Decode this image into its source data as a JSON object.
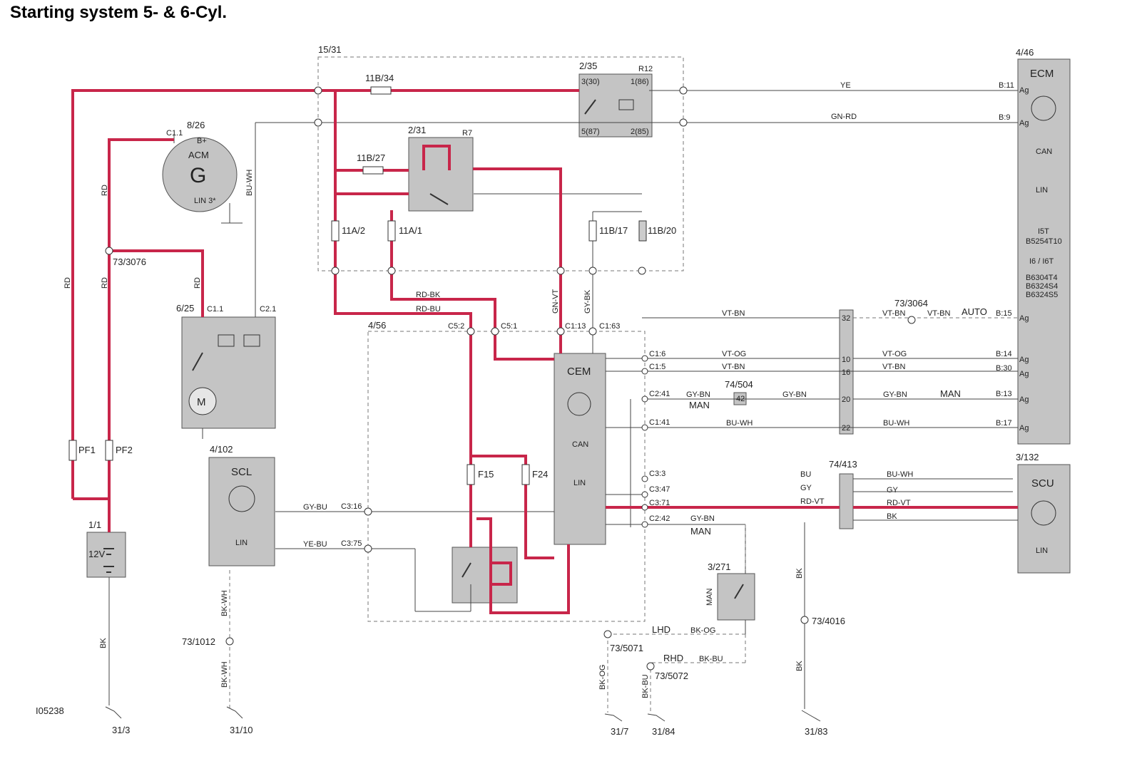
{
  "title": "Starting system 5- & 6-Cyl.",
  "diagram_id": "I05238",
  "colors": {
    "power_wire": "#c8264a",
    "component_fill": "#c4c4c4",
    "wire": "#444444"
  },
  "components": {
    "fusebox": "15/31",
    "relay_main": "2/35",
    "relay_main_name": "R12",
    "relay_main_pins": [
      "3(30)",
      "1(86)",
      "5(87)",
      "2(85)"
    ],
    "relay_start": "2/31",
    "relay_start_name": "R7",
    "acm_ref": "8/26",
    "acm_name": "ACM",
    "acm_symbol": "G",
    "acm_pin_c11": "C1.1",
    "acm_pin_b": "B+",
    "acm_lin": "LIN 3*",
    "starter": "6/25",
    "starter_pin_c11": "C1.1",
    "starter_pin_c21": "C2.1",
    "starter_motor": "M",
    "scl_ref": "4/102",
    "scl_name": "SCL",
    "scl_lin": "LIN",
    "battery_ref": "1/1",
    "battery_label": "12V",
    "cem_box": "4/56",
    "cem_name": "CEM",
    "cem_can": "CAN",
    "cem_lin": "LIN",
    "ecm_ref": "4/46",
    "ecm_name": "ECM",
    "ecm_can": "CAN",
    "ecm_lin": "LIN",
    "ecm_variants": [
      "I5T",
      "B5254T10",
      "I6 / I6T",
      "B6304T4",
      "B6324S4",
      "B6324S5"
    ],
    "scu_ref": "3/132",
    "scu_name": "SCU",
    "scu_lin": "LIN",
    "gear_sw_ref": "3/271",
    "gear_sw_label": "MAN",
    "conn_74_504": "74/504",
    "conn_74_504_pin": "42",
    "conn_74_413": "74/413",
    "splice_3076": "73/3076",
    "splice_3064": "73/3064",
    "splice_4016": "73/4016",
    "splice_1012": "73/1012",
    "splice_5071": "73/5071",
    "splice_5072": "73/5072"
  },
  "fuses": {
    "f11b34": "11B/34",
    "f11b27": "11B/27",
    "f11a2": "11A/2",
    "f11a1": "11A/1",
    "f11b17": "11B/17",
    "f11b20": "11B/20",
    "pf1": "PF1",
    "pf2": "PF2",
    "f15": "F15",
    "f24": "F24"
  },
  "wire_colors": {
    "ye": "YE",
    "gnrd": "GN-RD",
    "buwh": "BU-WH",
    "rd": "RD",
    "rdbk": "RD-BK",
    "rdbu": "RD-BU",
    "gnvt": "GN-VT",
    "gybk": "GY-BK",
    "vtbn": "VT-BN",
    "vtog": "VT-OG",
    "gybn": "GY-BN",
    "gybu": "GY-BU",
    "yebu": "YE-BU",
    "bkwh": "BK-WH",
    "bk": "BK",
    "bu": "BU",
    "gy": "GY",
    "rdvt": "RD-VT",
    "bkog": "BK-OG",
    "bkbu": "BK-BU"
  },
  "pins": {
    "ecm_b11": "B:11",
    "ecm_b9": "B:9",
    "ecm_b15": "B:15",
    "ecm_b14": "B:14",
    "ecm_b30": "B:30",
    "ecm_b13": "B:13",
    "ecm_b17": "B:17",
    "ag": "Ag",
    "cem_c52": "C5:2",
    "cem_c51": "C5:1",
    "cem_c113": "C1:13",
    "cem_c163": "C1:63",
    "cem_c16": "C1:6",
    "cem_c15": "C1:5",
    "cem_c241": "C2:41",
    "cem_c141": "C1:41",
    "cem_c33": "C3:3",
    "cem_c347": "C3:47",
    "cem_c371": "C3:71",
    "cem_c242": "C2:42",
    "cem_c316": "C3:16",
    "cem_c375": "C3:75",
    "junc_32": "32",
    "junc_10": "10",
    "junc_16": "16",
    "junc_20": "20",
    "junc_22": "22"
  },
  "labels": {
    "auto": "AUTO",
    "man": "MAN",
    "lhd": "LHD",
    "rhd": "RHD"
  },
  "grounds": [
    "31/3",
    "31/10",
    "31/7",
    "31/84",
    "31/83"
  ]
}
